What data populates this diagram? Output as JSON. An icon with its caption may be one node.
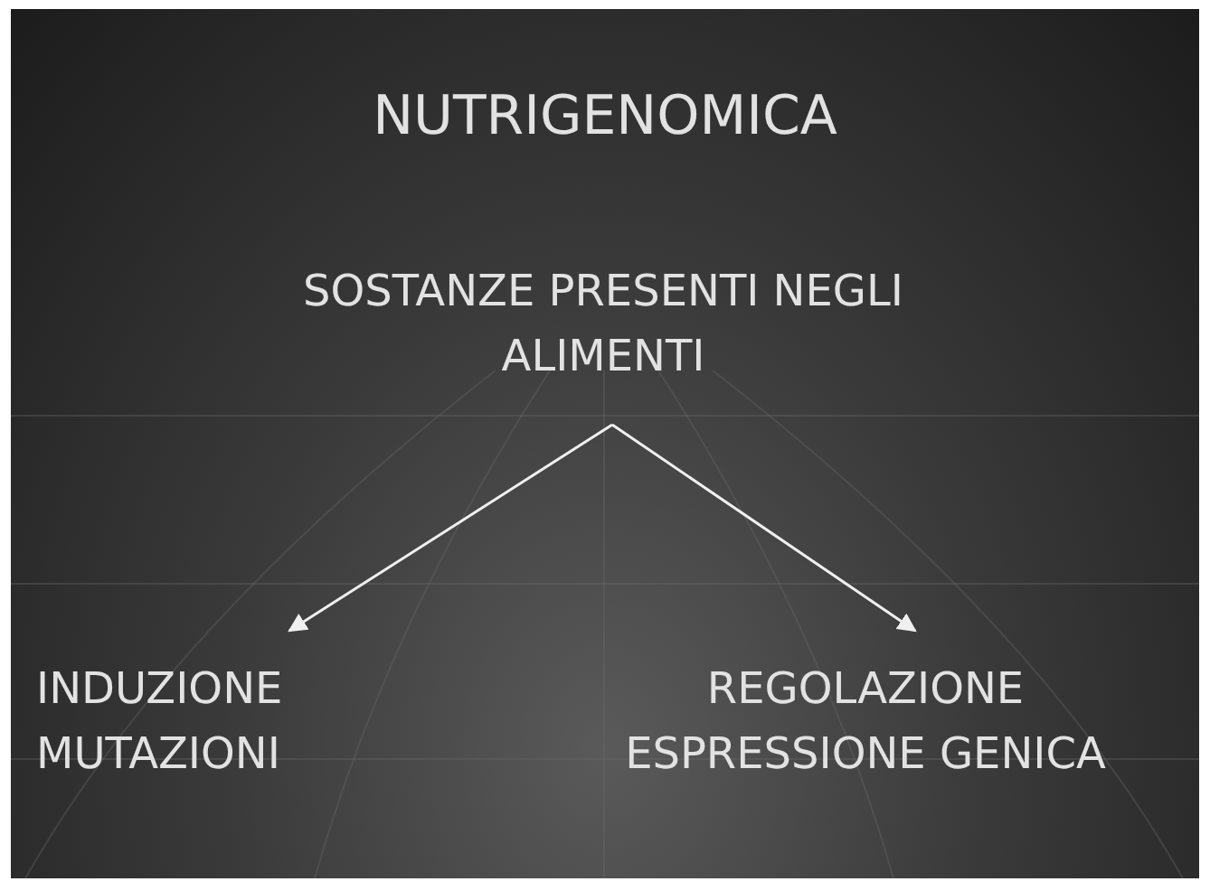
{
  "diagram": {
    "title": "NUTRIGENOMICA",
    "nodes": [
      {
        "text": [
          "SOSTANZE PRESENTI NEGLI ALIMENTI"
        ]
      },
      {
        "text": [
          "INDUZIONE MUTAZIONI"
        ]
      },
      {
        "text": [
          "REGOLAZIONE ESPRESSIONE GENICA"
        ]
      }
    ],
    "edges": [
      {
        "from": 0,
        "to": 1,
        "arrow": "to"
      },
      {
        "from": 0,
        "to": 2,
        "arrow": "to"
      }
    ]
  }
}
